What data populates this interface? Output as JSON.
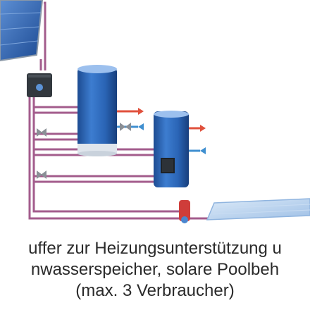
{
  "caption": {
    "line1": "uffer zur Heizungsunterstützung u",
    "line2": "nwasserspeicher, solare Poolbeh",
    "line3": "(max. 3 Verbraucher)"
  },
  "colors": {
    "pipe_main": "#a35c8c",
    "pipe_hot": "#e0503c",
    "pipe_cold": "#3f8fd0",
    "tank": "#2c67b8",
    "solar_panel": "#2f63b0",
    "pool_collector": "#b9d3ef",
    "controller": "#32383e"
  },
  "icons": [
    "solar-collector-icon",
    "controller-icon",
    "buffer-tank-icon",
    "dhw-tank-icon",
    "pool-collector-icon",
    "valve-icon",
    "pump-icon"
  ]
}
